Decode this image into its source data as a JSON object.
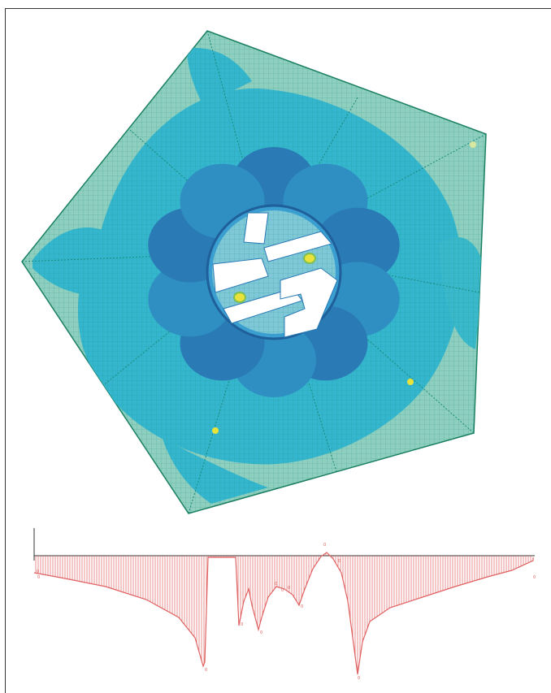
{
  "figure": {
    "top_view": {
      "colors": {
        "outer_band": "#8fcfbf",
        "mid_field": "#34b6cf",
        "inner_petals": "#2f8fc2",
        "petal_dark": "#2a7ab5",
        "mesh_line": "#1f8f7c",
        "core_white": "#ffffff",
        "hotspot": "#e8e23a",
        "boundary": "#1a7f60"
      },
      "petal_count": 10,
      "pentagon_sides": 5
    },
    "profile_plot": {
      "colors": {
        "line": "#e06060",
        "axis": "#333333"
      },
      "tick_labels": [
        "0",
        "0",
        "0",
        "0",
        "0",
        "0",
        "0",
        "0",
        "0",
        "0",
        "0",
        "0",
        "0"
      ]
    }
  }
}
